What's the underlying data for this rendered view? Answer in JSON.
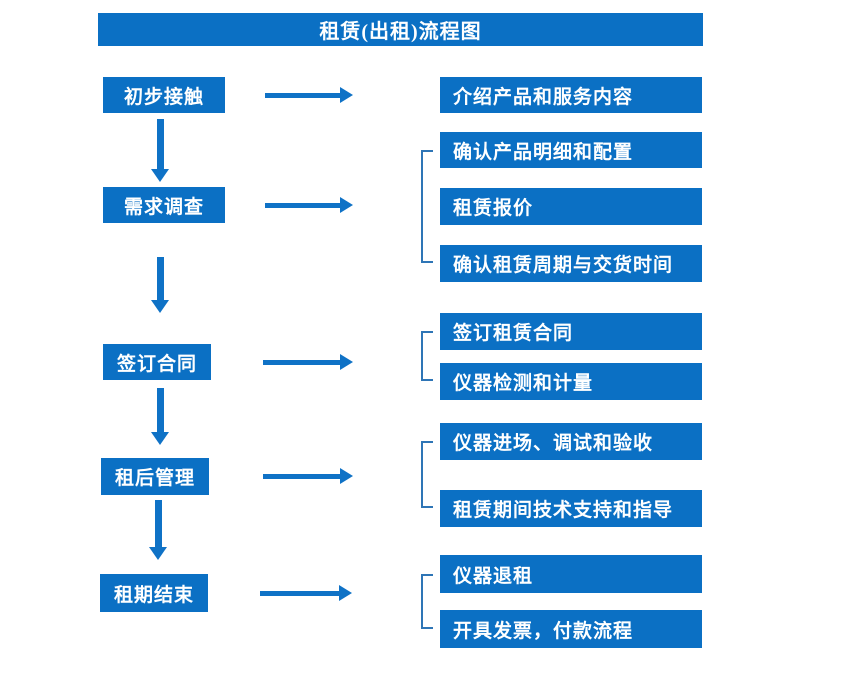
{
  "title": "租赁(出租)流程图",
  "colors": {
    "box_blue": "#0b70c4",
    "arrow_blue": "#0f72c6",
    "bracket_blue": "#2e75b6",
    "text_white": "#ffffff",
    "background": "#ffffff"
  },
  "stages": [
    {
      "label": "初步接触",
      "steps": [
        "介绍产品和服务内容"
      ]
    },
    {
      "label": "需求调查",
      "steps": [
        "确认产品明细和配置",
        "租赁报价",
        "确认租赁周期与交货时间"
      ]
    },
    {
      "label": "签订合同",
      "steps": [
        "签订租赁合同",
        "仪器检测和计量"
      ]
    },
    {
      "label": "租后管理",
      "steps": [
        "仪器进场、调试和验收",
        "租赁期间技术支持和指导"
      ]
    },
    {
      "label": "租期结束",
      "steps": [
        "仪器退租",
        "开具发票，付款流程"
      ]
    }
  ],
  "icons": {
    "right_arrow": "arrow-right",
    "down_arrow": "arrow-down",
    "bracket": "square-bracket"
  }
}
